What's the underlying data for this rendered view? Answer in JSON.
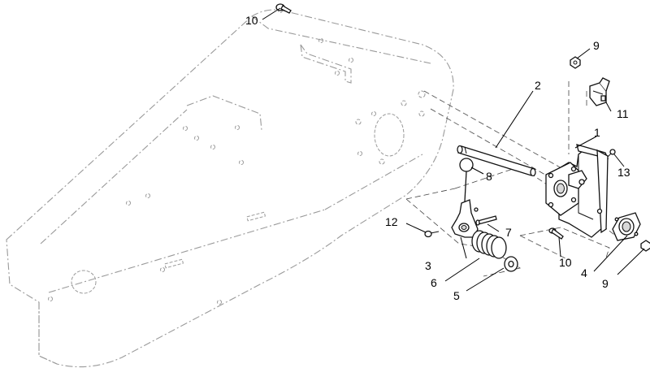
{
  "callouts": [
    {
      "id": "c1",
      "number": "1"
    },
    {
      "id": "c2",
      "number": "2"
    },
    {
      "id": "c3",
      "number": "3"
    },
    {
      "id": "c4",
      "number": "4"
    },
    {
      "id": "c5",
      "number": "5"
    },
    {
      "id": "c6",
      "number": "6"
    },
    {
      "id": "c7",
      "number": "7"
    },
    {
      "id": "c8",
      "number": "8"
    },
    {
      "id": "c9a",
      "number": "9"
    },
    {
      "id": "c9b",
      "number": "9"
    },
    {
      "id": "c10a",
      "number": "10"
    },
    {
      "id": "c10b",
      "number": "10"
    },
    {
      "id": "c11",
      "number": "11"
    },
    {
      "id": "c12",
      "number": "12"
    },
    {
      "id": "c13",
      "number": "13"
    }
  ]
}
